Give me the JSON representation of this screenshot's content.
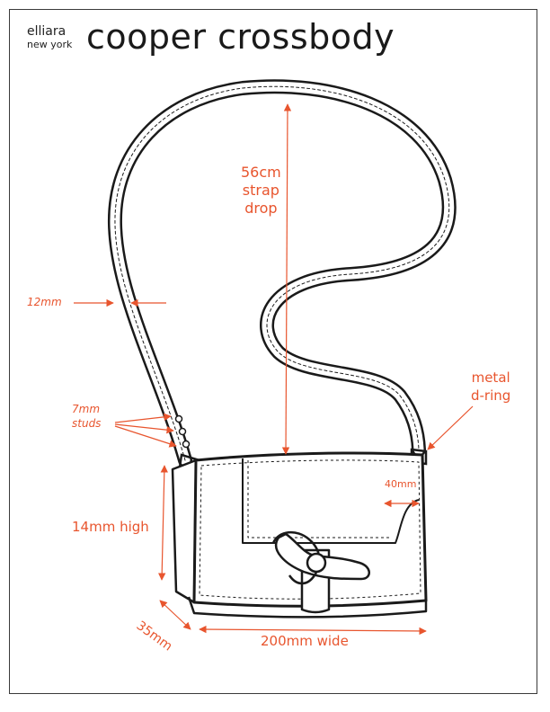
{
  "brand": {
    "name": "elliara",
    "location": "new york"
  },
  "title": "cooper crossbody",
  "annotations": {
    "strap_drop": [
      "56cm",
      "strap",
      "drop"
    ],
    "strap_width": "12mm",
    "studs": [
      "7mm",
      "studs"
    ],
    "d_ring": [
      "metal",
      "d-ring"
    ],
    "flap": "40mm",
    "height": "14mm high",
    "depth": "35mm",
    "width": "200mm wide"
  },
  "colors": {
    "annotation": "#e8552e",
    "line": "#1a1a1a"
  }
}
